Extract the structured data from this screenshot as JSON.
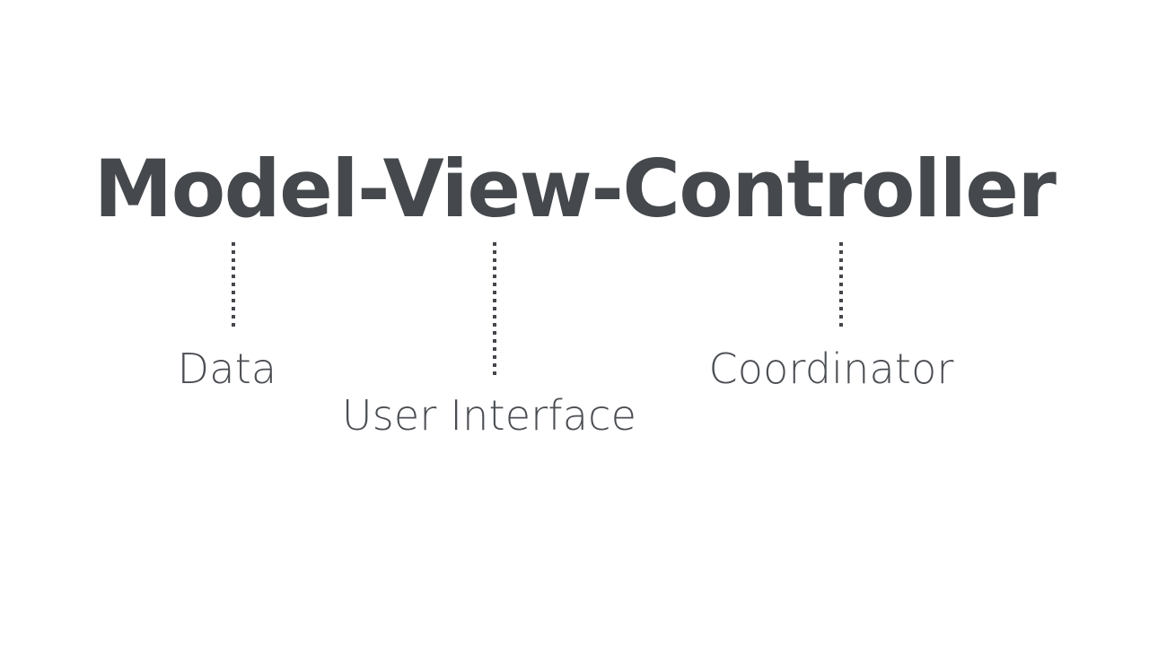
{
  "slide": {
    "background_color": "#ffffff",
    "title": {
      "text": "Model-View-Controller",
      "color": "#45484c"
    },
    "connectors": [
      {
        "name": "model-connector",
        "style": "dotted-vertical",
        "color": "#44474b"
      },
      {
        "name": "view-connector",
        "style": "dotted-vertical",
        "color": "#44474b"
      },
      {
        "name": "controller-connector",
        "style": "dotted-vertical",
        "color": "#44474b"
      }
    ],
    "labels": [
      {
        "id": "model",
        "text": "Data",
        "color": "#4a4d52"
      },
      {
        "id": "view",
        "text": "User Interface",
        "color": "#4a4d52"
      },
      {
        "id": "controller",
        "text": "Coordinator",
        "color": "#4a4d52"
      }
    ]
  }
}
